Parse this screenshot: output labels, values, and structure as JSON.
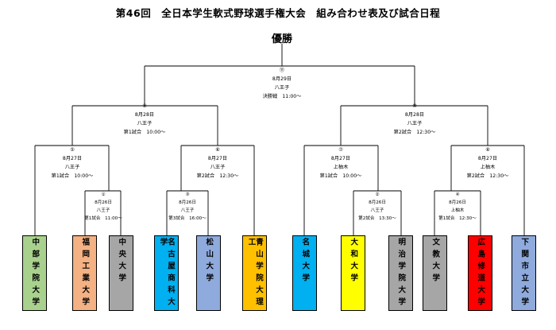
{
  "title": "第46回　全日本学生軟式野球選手権大会　組み合わせ表及び試合日程",
  "champion_label": "優勝",
  "games": {
    "g11": {
      "no": "⑪",
      "date": "8月29日",
      "venue": "八王子",
      "time": "決勝戦　11:00～"
    },
    "g9": {
      "no": "⑨",
      "date": "8月28日",
      "venue": "八王子",
      "time": "第1試合　10:00～"
    },
    "g10": {
      "no": "⑩",
      "date": "8月28日",
      "venue": "八王子",
      "time": "第2試合　12:30～"
    },
    "g5": {
      "no": "⑤",
      "date": "8月27日",
      "venue": "八王子",
      "time": "第1試合　10:00～"
    },
    "g6": {
      "no": "⑥",
      "date": "8月27日",
      "venue": "八王子",
      "time": "第2試合　12:30～"
    },
    "g7": {
      "no": "⑦",
      "date": "8月27日",
      "venue": "上柚木",
      "time": "第1試合　10:00～"
    },
    "g8": {
      "no": "⑧",
      "date": "8月27日",
      "venue": "上柚木",
      "time": "第2試合　12:30～"
    },
    "g1": {
      "no": "①",
      "date": "8月26日",
      "venue": "八王子",
      "time": "第1試合　11:00～"
    },
    "g3": {
      "no": "③",
      "date": "8月26日",
      "venue": "八王子",
      "time": "第3試合　16:00～"
    },
    "g2": {
      "no": "②",
      "date": "8月26日",
      "venue": "八王子",
      "time": "第2試合　13:30～"
    },
    "g4": {
      "no": "④",
      "date": "8月26日",
      "venue": "上柚木",
      "time": "第1試合　12:30～"
    }
  },
  "teams": [
    {
      "name": "中部学院大学",
      "color": "#a9d18e"
    },
    {
      "name": "福岡工業大学",
      "color": "#f4b183"
    },
    {
      "name": "中央大学",
      "color": "#a6a6a6"
    },
    {
      "name": "名古屋商科大学",
      "color": "#00b0f0"
    },
    {
      "name": "松山大学",
      "color": "#8faadc"
    },
    {
      "name": "青山学院大理工",
      "color": "#ffc000"
    },
    {
      "name": "名城大学",
      "color": "#00b0f0"
    },
    {
      "name": "大和大学",
      "color": "#ffff00"
    },
    {
      "name": "明治学院大学",
      "color": "#a6a6a6"
    },
    {
      "name": "文教大学",
      "color": "#a6a6a6"
    },
    {
      "name": "広島修道大学",
      "color": "#ff0000"
    },
    {
      "name": "下関市立大学",
      "color": "#8faadc"
    }
  ]
}
